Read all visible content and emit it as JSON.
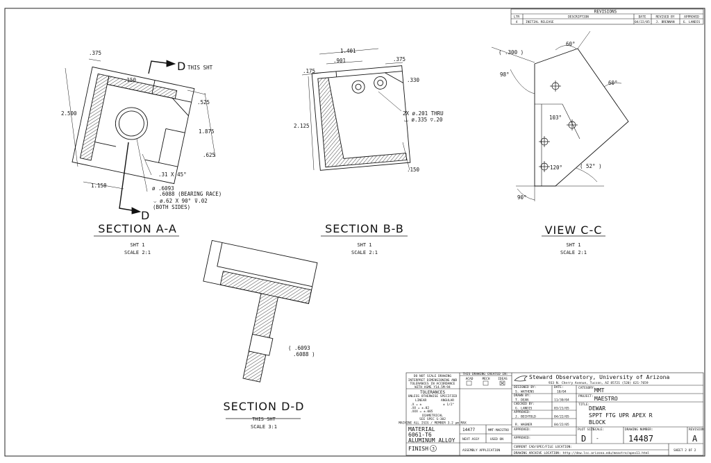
{
  "revisions": {
    "title": "REVISIONS",
    "headers": [
      "LTR",
      "DESCRIPTION",
      "DATE",
      "REVISED BY",
      "APPROVED"
    ],
    "row": [
      "4",
      "INITIAL RELEASE",
      "04/22/05",
      "J. BRENNAN",
      "G. LANDIS"
    ]
  },
  "views": {
    "a": {
      "title": "SECTION A-A",
      "sht": "SHT 1",
      "scale": "SCALE 2:1",
      "cut_label": "D",
      "cut_note": "THIS SHT",
      "cut_label2": "D",
      "dims": [
        ".375",
        ".150",
        ".525",
        "2.500",
        "1.875",
        ".625",
        ".31 X 45°",
        "1.158"
      ],
      "notes": [
        "ø .6093",
        ".6088 (BEARING RACE)",
        "⌵ ø.62 X 90° ⊽.02",
        "(BOTH SIDES)"
      ]
    },
    "b": {
      "title": "SECTION B-B",
      "sht": "SHT 1",
      "scale": "SCALE 2:1",
      "dims": [
        "1.401",
        ".901",
        ".375",
        ".175",
        ".330",
        "2.125",
        ".150"
      ],
      "notes": [
        "2X ø.201 THRU",
        "⌴ ø.335 ⊽.20"
      ]
    },
    "c": {
      "title": "VIEW C-C",
      "sht": "SHT 1",
      "scale": "SCALE 2:1",
      "dims": [
        "60°",
        "( .300 )",
        "98°",
        "60°",
        "103°",
        "120°",
        "( 52° )",
        "90°"
      ]
    },
    "d": {
      "title": "SECTION D-D",
      "sht": "THIS SHT",
      "scale": "SCALE 3:1",
      "dims": [
        "( .6093",
        ".6088 )"
      ]
    }
  },
  "title_block": {
    "do_not_scale": "DO NOT SCALE DRAWING",
    "interpret": [
      "INTERPRET DIMENSIONING AND",
      "TOLERANCES IN ACCORDANCE",
      "WITH ASME Y14.5M-94"
    ],
    "tolerances": "TOLERANCES",
    "tol_note": "UNLESS OTHERWISE SPECIFIED",
    "linear": "LINEAR",
    "angular": "ANGULAR",
    "tol_x": ".X = ±",
    "tol_xx": ".XX = ±.02",
    "tol_xxx": ".XXX = ±.005",
    "tol_ang": "± 1/2°",
    "diametrical": "DIAMETRICAL",
    "diam_note": "SEE SPEC S-302",
    "machine_note": "MACHINE ALL ISIG / MEMBER 3.2 µm MAX",
    "created_in": "THIS DRAWING CREATED IN:",
    "cad": [
      "ACAD",
      "MECH",
      "IDEAS"
    ],
    "material_label": "MATERIAL",
    "material1": "6061-T6",
    "material2": "ALUMINUM ALLOY",
    "finish_label": "FINISH",
    "finish_num": "3",
    "part_num": "14477",
    "part_name": "MMT-MAESTRO",
    "next_assy": "NEXT ASSY",
    "used_on": "USED ON",
    "assembly_app": "ASSEMBLY APPLICATION",
    "org1": "Steward Observatory, University of Arizona",
    "org2": "933 N. Cherry Avenue, Tucson, AZ  85721   (520) 621-7659",
    "designed_by_label": "DESIGNED BY:",
    "designed_by": "S. WATHENS",
    "date_label": "DATE:",
    "designed_date": "10/04",
    "drawn_by_label": "DRAWN BY:",
    "drawn_by": "T. DEAN",
    "drawn_date": "11/30/04",
    "checked_label": "CHECKED BY:",
    "checked_by": "G. LANDIS",
    "checked_date": "03/21/05",
    "approved_label": "APPROVED:",
    "approved1": "J. BECHTOLD",
    "approved1_date": "04/22/05",
    "approved2": "R. WAGNER",
    "approved2_date": "04/22/05",
    "approved3_label": "APPROVED:",
    "approved4_label": "APPROVED:",
    "category_label": "CATEGORY:",
    "category": "MMT",
    "project_label": "PROJECT:",
    "project": "MAESTRO",
    "title_label": "TITLE:",
    "title1": "DEWAR",
    "title2": "SPPT FTG UPR APEX R",
    "title3": "BLOCK",
    "plot_size_label": "PLOT SIZE",
    "plot_size": "D",
    "scale_label": "SCALE:",
    "scale_val": "-",
    "dwg_num_label": "DRAWING NUMBER:",
    "dwg_num": "14487",
    "rev_label": "REVISION:",
    "rev": "A",
    "file_loc": "CURRENT CAD/SPEC/FILE LOCATION:",
    "archive_loc": "DRAWING ARCHIVE LOCATION: http://dew.lsc.arizona.edu/meastro/apex11.html",
    "sheet": "SHEET 2 OF 2"
  },
  "colors": {
    "ink": "#111111",
    "paper": "#ffffff"
  }
}
